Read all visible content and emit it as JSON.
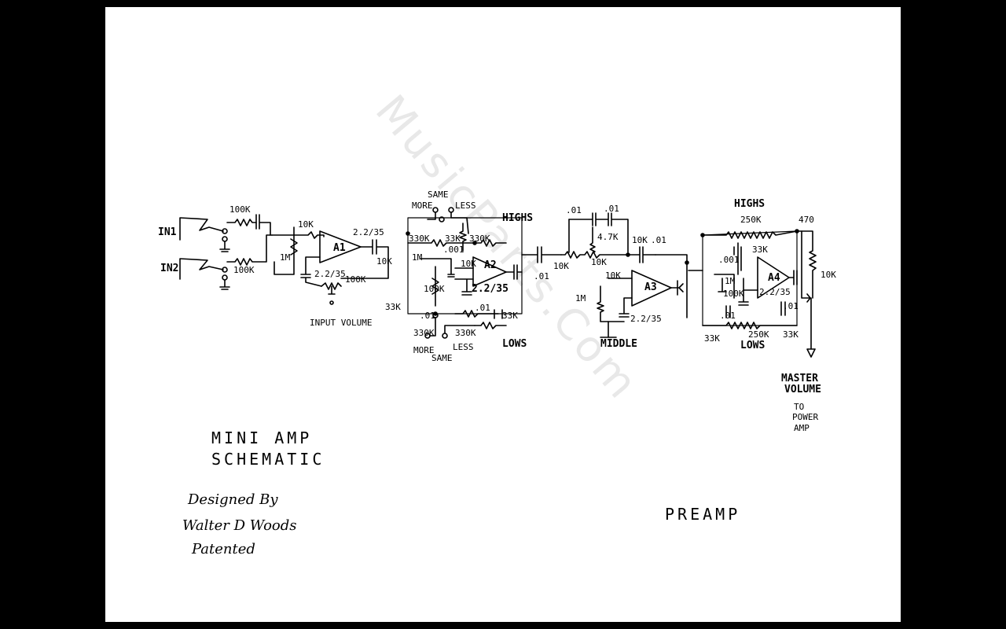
{
  "watermark": "MusicParts.Com",
  "diagram": {
    "inputs": {
      "in1": "IN1",
      "in2": "IN2"
    },
    "input_stage": {
      "r_in1": "100K",
      "r_in2": "100K",
      "r_shunt": "1M",
      "r_a1_in": "10K",
      "opamp": "A1",
      "cap_out": "2.2/35",
      "cap_fb": "2.2/35",
      "pot": "100K",
      "r_out": "10K",
      "label": "INPUT VOLUME"
    },
    "stage2": {
      "switch_top_same": "SAME",
      "switch_top_more": "MORE",
      "switch_top_less": "LESS",
      "highs": "HIGHS",
      "lows": "LOWS",
      "r_330k_a": "330K",
      "r_33k_a": "33K",
      "r_330k_b": "330K",
      "cap_001": ".001",
      "r_1m": "1M",
      "r_10k": "10K",
      "r_100k": "100K",
      "opamp": "A2",
      "cap_bypass": "2.2/35",
      "r_33k_left": "33K",
      "cap_01a": ".01",
      "r_330k_c": "330K",
      "cap_01b": ".01",
      "r_33k_b": "33K",
      "r_330k_d": "330K",
      "switch_bot_more": "MORE",
      "switch_bot_same": "SAME",
      "switch_bot_less": "LESS"
    },
    "stage3": {
      "cap_01": ".01",
      "r_10k": "10K",
      "cap_01a": ".01",
      "cap_01b": ".01",
      "r_47k": "4.7K",
      "pot_10k": "10K",
      "r_10k_b": "10K",
      "cap_01c": ".01",
      "r_10k_c": "10K",
      "opamp": "A3",
      "r_1m": "1M",
      "cap_bypass": "2.2/35",
      "label": "MIDDLE"
    },
    "stage4": {
      "highs": "HIGHS",
      "pot_highs": "250K",
      "r_470": "470",
      "cap_001": ".001",
      "r_33k": "33K",
      "r_1m": "1M",
      "r_100k": "100K",
      "opamp": "A4",
      "cap_bypass": "2.2/35",
      "cap_01a": ".01",
      "cap_01b": ".01",
      "r_33k_l": "33K",
      "pot_lows": "250K",
      "r_33k_r": "33K",
      "lows": "LOWS",
      "pot_master": "10K"
    },
    "output": {
      "master_1": "MASTER",
      "master_2": "VOLUME",
      "to_1": "TO",
      "to_2": "POWER",
      "to_3": "AMP"
    },
    "title_1": "MINI AMP",
    "title_2": "SCHEMATIC",
    "credit_1": "Designed By",
    "credit_2": "Walter D Woods",
    "credit_3": "Patented",
    "section": "PREAMP"
  }
}
